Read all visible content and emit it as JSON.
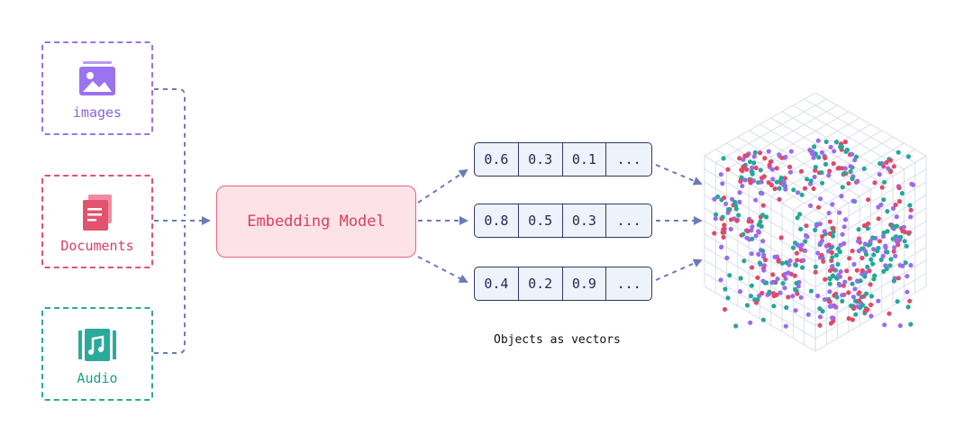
{
  "sources": [
    {
      "label": "images",
      "icon": "image-icon",
      "color": "#9b73f0"
    },
    {
      "label": "Documents",
      "icon": "document-icon",
      "color": "#e2536e"
    },
    {
      "label": "Audio",
      "icon": "music-icon",
      "color": "#2aaa9a"
    }
  ],
  "model": {
    "label": "Embedding Model"
  },
  "vectors": [
    [
      "0.6",
      "0.3",
      "0.1",
      "..."
    ],
    [
      "0.8",
      "0.5",
      "0.3",
      "..."
    ],
    [
      "0.4",
      "0.2",
      "0.9",
      "..."
    ]
  ],
  "caption": "Objects as vectors",
  "colors": {
    "arrow": "#6b7bb8",
    "point_red": "#e04a6a",
    "point_purple": "#9b6bf0",
    "point_teal": "#25a898"
  }
}
